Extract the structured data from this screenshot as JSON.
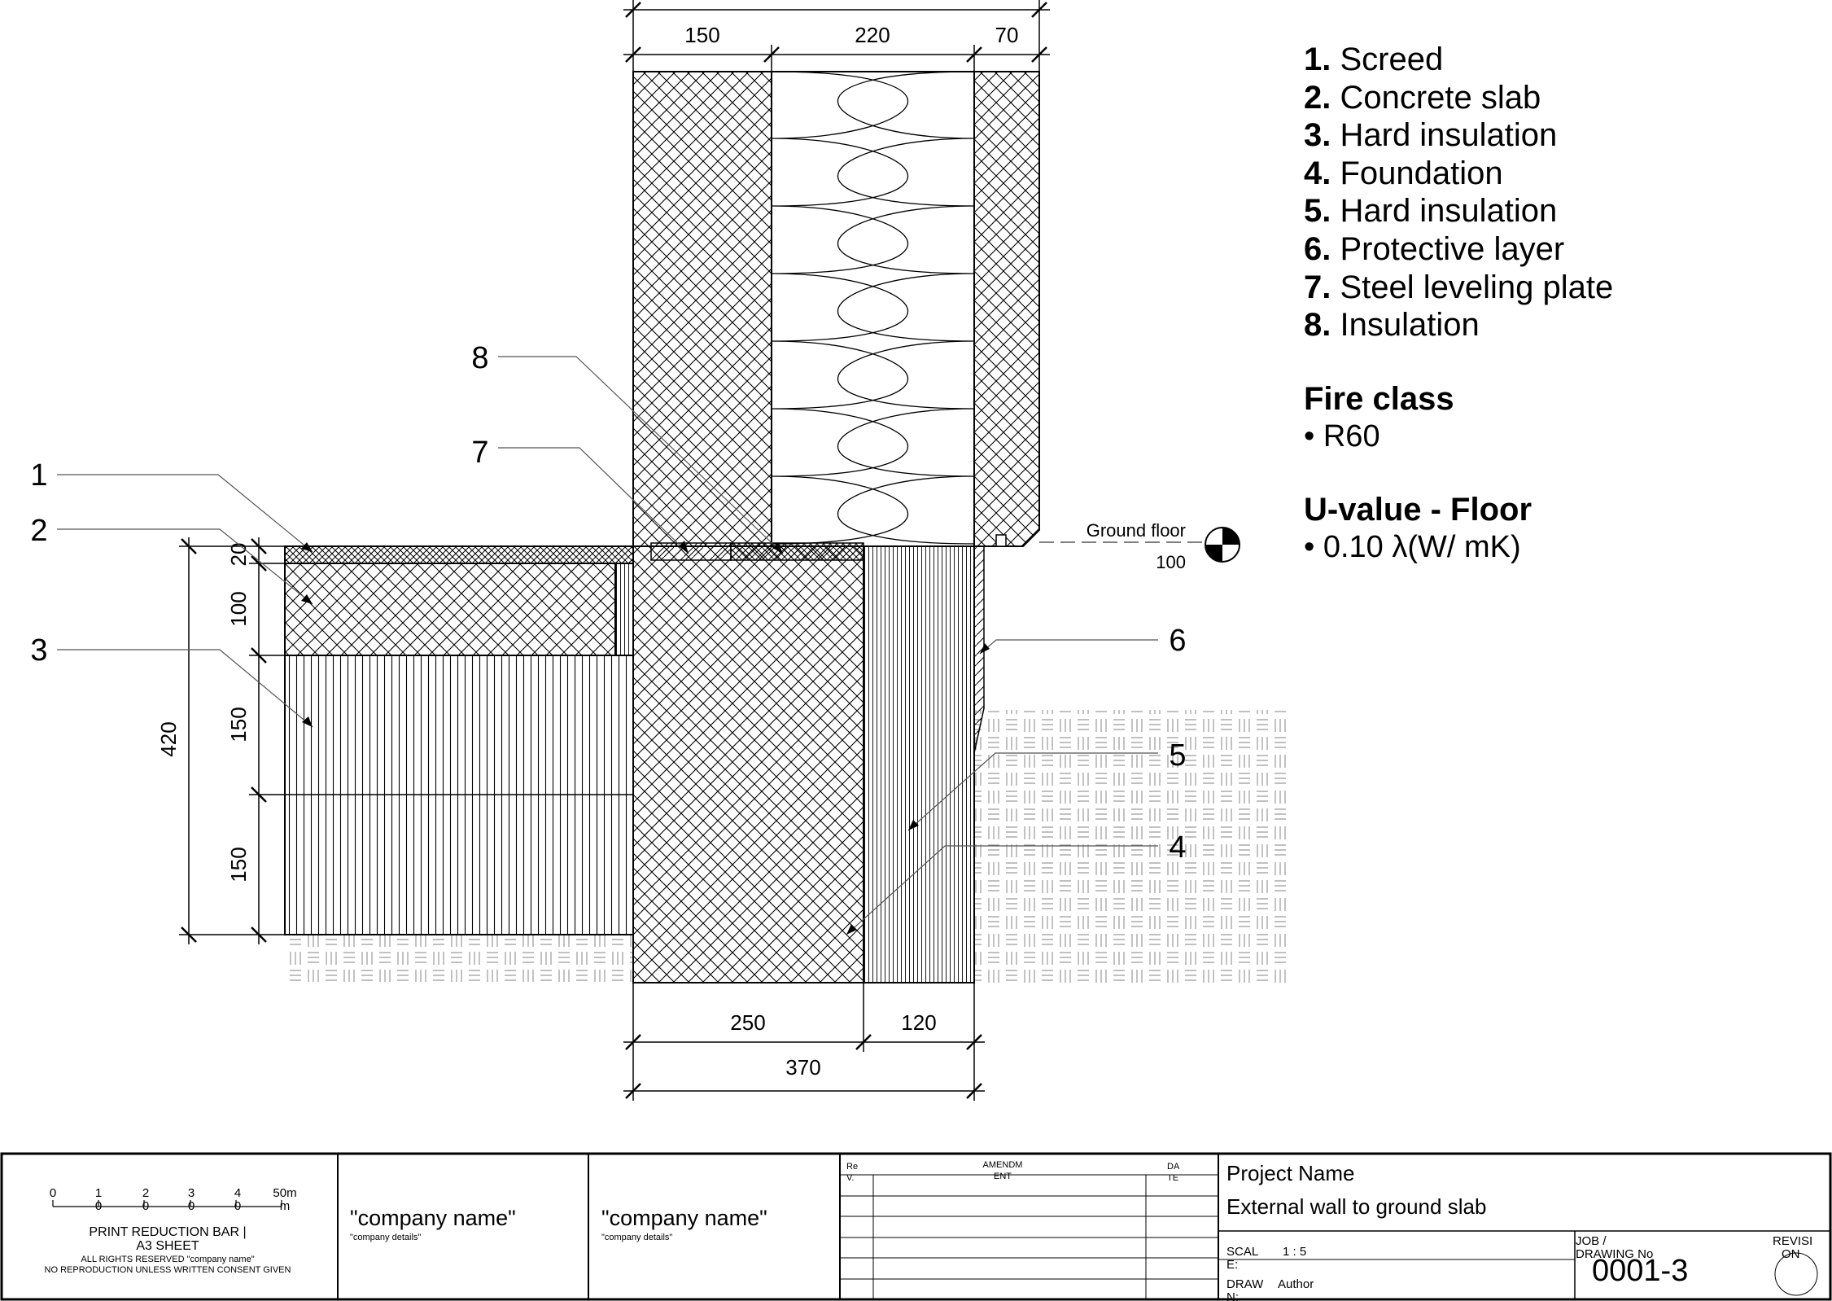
{
  "dimensions": {
    "wall_top": [
      "150",
      "220",
      "70"
    ],
    "left_vertical": [
      "20",
      "100",
      "150",
      "150"
    ],
    "left_total": "420",
    "bottom": [
      "250",
      "120"
    ],
    "bottom_total": "370"
  },
  "callouts": [
    "1",
    "2",
    "3",
    "4",
    "5",
    "6",
    "7",
    "8"
  ],
  "level_marker": {
    "label": "Ground floor",
    "value": "100"
  },
  "legend": {
    "items": [
      {
        "num": "1.",
        "label": "Screed"
      },
      {
        "num": "2.",
        "label": "Concrete slab"
      },
      {
        "num": "3.",
        "label": "Hard insulation"
      },
      {
        "num": "4.",
        "label": "Foundation"
      },
      {
        "num": "5.",
        "label": "Hard insulation"
      },
      {
        "num": "6.",
        "label": "Protective layer"
      },
      {
        "num": "7.",
        "label": "Steel leveling plate"
      },
      {
        "num": "8.",
        "label": "Insulation"
      }
    ],
    "fire_title": "Fire class",
    "fire_value": "• R60",
    "u_title": "U-value - Floor",
    "u_value": "• 0.10  λ(W/ mK)"
  },
  "title_block": {
    "scale_bar": {
      "ticks": [
        "0",
        "1",
        "2",
        "3",
        "4",
        "50m"
      ],
      "ticks_sub": [
        "0",
        "0",
        "0",
        "0",
        "m"
      ],
      "line1": "PRINT REDUCTION BAR |",
      "line2": "A3 SHEET",
      "line3": "ALL RIGHTS RESERVED \"company name\"",
      "line4": "NO REPRODUCTION UNLESS WRITTEN CONSENT GIVEN"
    },
    "company1": {
      "name": "\"company name\"",
      "details": "\"company details\""
    },
    "company2": {
      "name": "\"company name\"",
      "details": "\"company details\""
    },
    "amend": {
      "rev": "Re",
      "rev2": "V.",
      "amendment": "AMENDM",
      "amendment2": "ENT",
      "date": "DA",
      "date2": "TE"
    },
    "project_name": "Project Name",
    "drawing_title": "External wall to ground slab",
    "scale_label": "SCAL",
    "scale_label2": "E:",
    "scale_value": "1 : 5",
    "drawn_label": "DRAW",
    "drawn_label2": "N:",
    "drawn_value": "Author",
    "job_label": "JOB /",
    "job_label2": "DRAWING No",
    "job_value": "0001-3",
    "revision_label": "REVISI",
    "revision_label2": "ON"
  }
}
